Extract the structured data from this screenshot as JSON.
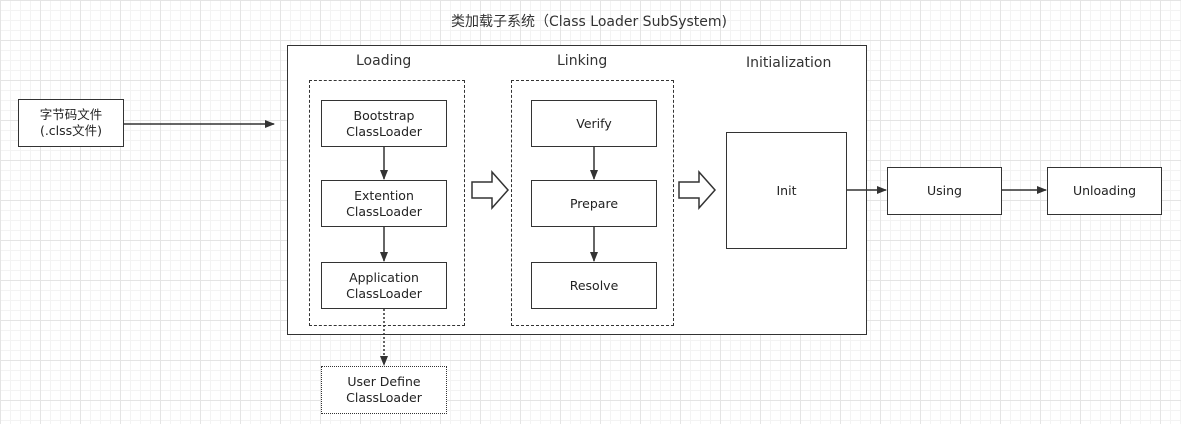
{
  "title": "类加载子系统（Class Loader SubSystem)",
  "input_box": "字节码文件\n(.clss文件)",
  "sections": {
    "loading": "Loading",
    "linking": "Linking",
    "initialization": "Initialization"
  },
  "loading_nodes": {
    "bootstrap": "Bootstrap\nClassLoader",
    "extention": "Extention\nClassLoader",
    "application": "Application\nClassLoader",
    "user_define": "User Define\nClassLoader"
  },
  "linking_nodes": {
    "verify": "Verify",
    "prepare": "Prepare",
    "resolve": "Resolve"
  },
  "init_node": "Init",
  "using": "Using",
  "unloading": "Unloading",
  "colors": {
    "stroke": "#333333",
    "grid": "#e4e4e4",
    "background": "#ffffff"
  }
}
